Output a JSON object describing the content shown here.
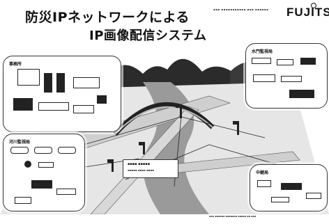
{
  "header": {
    "title_line1": "防災IPネットワークによる",
    "title_line2": "IP画像配信システム",
    "logo_text": "FUJITSU"
  },
  "panels": {
    "top_left": {
      "title": "事務所"
    },
    "top_right": {
      "title": "水門監視局"
    },
    "bottom_left": {
      "title": "河川監視局"
    },
    "bottom_right": {
      "title": "中継局"
    }
  },
  "colors": {
    "background": "#ffffff",
    "ink": "#111111",
    "line": "#333333"
  }
}
